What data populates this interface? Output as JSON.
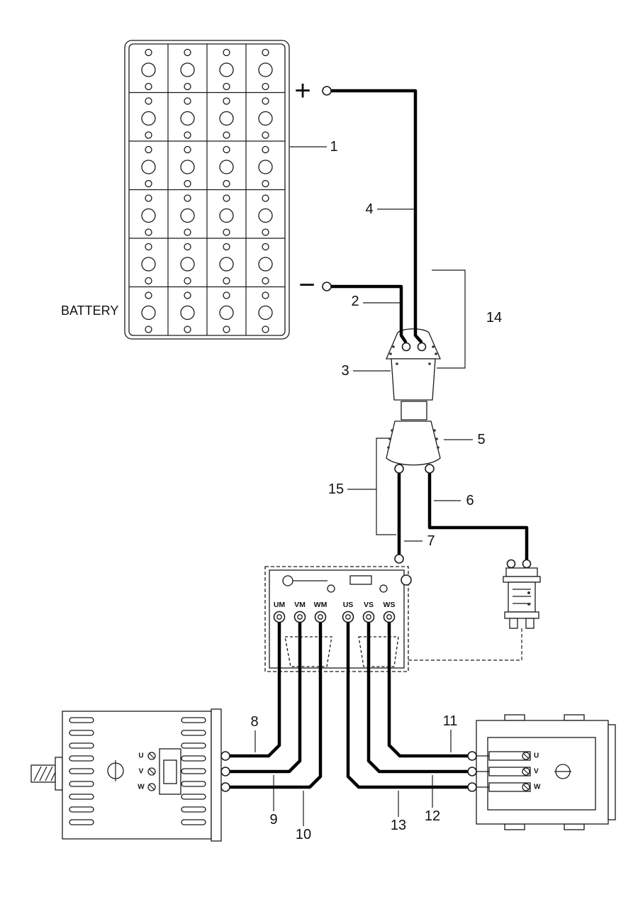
{
  "battery": {
    "label": "BATTERY",
    "plus_symbol": "+",
    "minus_symbol": "−"
  },
  "callouts": {
    "1": "1",
    "2": "2",
    "3": "3",
    "4": "4",
    "5": "5",
    "6": "6",
    "7": "7",
    "8": "8",
    "9": "9",
    "10": "10",
    "11": "11",
    "12": "12",
    "13": "13",
    "14": "14",
    "15": "15"
  },
  "controller": {
    "terminals": [
      "UM",
      "VM",
      "WM",
      "US",
      "VS",
      "WS"
    ]
  },
  "left_motor": {
    "terminals": [
      "U",
      "V",
      "W"
    ]
  },
  "right_motor": {
    "terminals": [
      "U",
      "V",
      "W"
    ]
  }
}
